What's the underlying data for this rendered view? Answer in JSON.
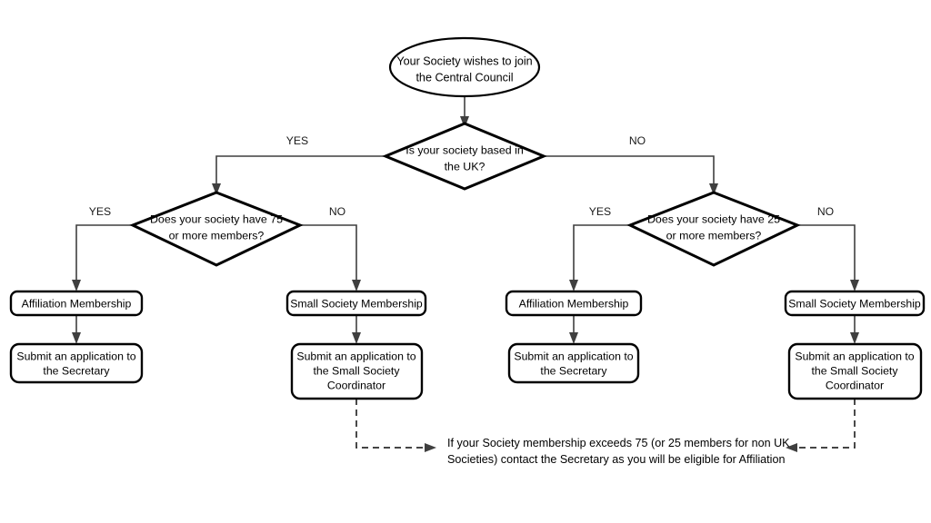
{
  "diagram": {
    "title": "Your Society wishes to join the Central Council",
    "type": "flowchart",
    "background_color": "#ffffff",
    "stroke_color": "#000000",
    "connector_color": "#3f3f3f"
  },
  "start": {
    "shape": "ellipse",
    "line1": "Your Society wishes to join",
    "line2": "the Central Council"
  },
  "decision_uk": {
    "shape": "diamond",
    "line1": "Is your society based in",
    "line2": "the UK?",
    "yes_label": "YES",
    "no_label": "NO"
  },
  "decision_uk_members": {
    "shape": "diamond",
    "line1": "Does your society have 75",
    "line2": "or more members?",
    "yes_label": "YES",
    "no_label": "NO"
  },
  "decision_nonuk_members": {
    "shape": "diamond",
    "line1": "Does your society have 25",
    "line2": "or more members?",
    "yes_label": "YES",
    "no_label": "NO"
  },
  "branches": {
    "uk_yes": {
      "membership": "Affiliation Membership",
      "action_line1": "Submit an application to",
      "action_line2": "the Secretary"
    },
    "uk_no": {
      "membership": "Small Society Membership",
      "action_line1": "Submit an application to",
      "action_line2": "the Small Society",
      "action_line3": "Coordinator"
    },
    "nonuk_yes": {
      "membership": "Affiliation Membership",
      "action_line1": "Submit an application to",
      "action_line2": "the Secretary"
    },
    "nonuk_no": {
      "membership": "Small Society Membership",
      "action_line1": "Submit an application to",
      "action_line2": "the Small Society",
      "action_line3": "Coordinator"
    }
  },
  "note": {
    "line1": "If your Society membership exceeds 75 (or 25 members for non UK",
    "line2": "Societies) contact the Secretary as you will be eligible for Affiliation"
  }
}
